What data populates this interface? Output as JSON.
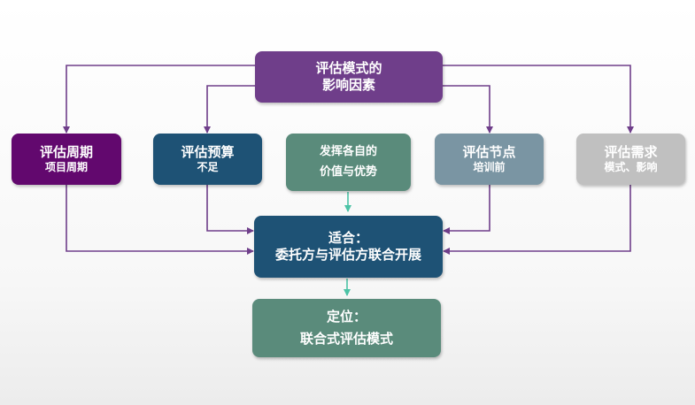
{
  "colors": {
    "purple": "#6f3e8a",
    "dark_purple": "#62086e",
    "navy": "#1e5275",
    "teal": "#5a8b7b",
    "slate": "#7a95a3",
    "light_gray": "#c0c0c0",
    "arrow_purple": "#6f3e8a",
    "arrow_teal": "#4cc3a6"
  },
  "top_node": {
    "line1": "评估模式的",
    "line2": "影响因素"
  },
  "factors": [
    {
      "title": "评估周期",
      "subtitle": "项目周期"
    },
    {
      "title": "评估预算",
      "subtitle": "不足"
    },
    {
      "title": "发挥各自的",
      "subtitle": "价值与优势"
    },
    {
      "title": "评估节点",
      "subtitle": "培训前"
    },
    {
      "title": "评估需求",
      "subtitle": "模式、影响"
    }
  ],
  "middle_node": {
    "line1": "适合：",
    "line2": "委托方与评估方联合开展"
  },
  "bottom_node": {
    "line1": "定位：",
    "line2": "联合式评估模式"
  }
}
